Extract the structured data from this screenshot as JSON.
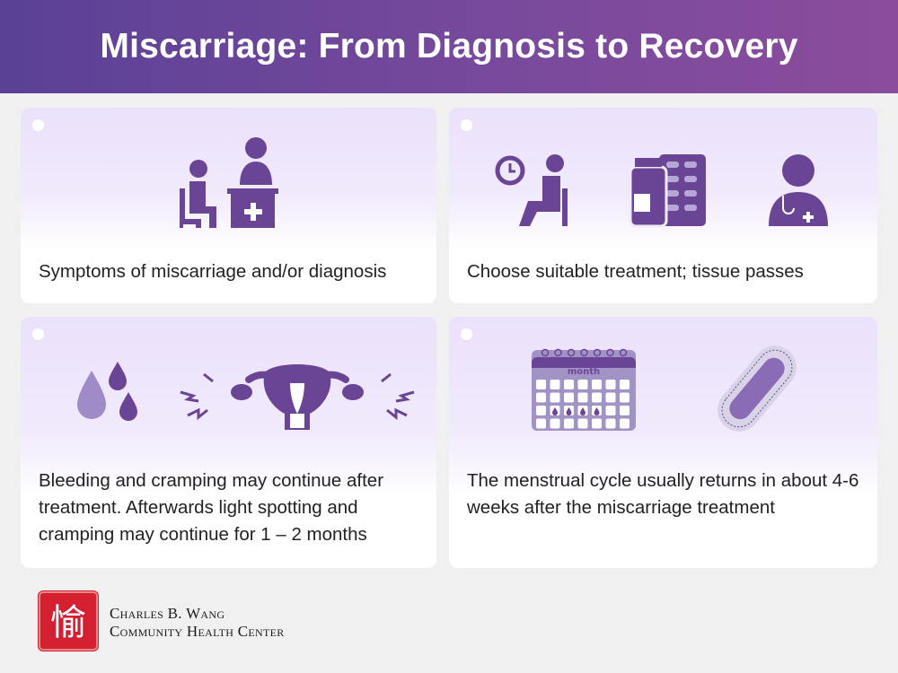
{
  "header": {
    "title": "Miscarriage: From Diagnosis to Recovery"
  },
  "colors": {
    "header_start": "#5a4196",
    "header_end": "#8b4c9c",
    "icon": "#6b4595",
    "icon_light": "#9e8bc8",
    "logo_red": "#d41f30"
  },
  "steps": [
    {
      "text": "Symptoms of miscarriage and/or diagnosis",
      "icons": [
        "patient-doctor-desk-icon"
      ]
    },
    {
      "text": "Choose suitable treatment; tissue passes",
      "icons": [
        "waiting-patient-clock-icon",
        "medicine-bottle-pills-icon",
        "doctor-icon"
      ]
    },
    {
      "text": "Bleeding and cramping may continue after treatment. Afterwards light spotting and cramping may continue for 1 – 2 months",
      "icons": [
        "blood-drops-icon",
        "uterus-cramping-icon"
      ]
    },
    {
      "text": "The menstrual cycle usually returns in about 4-6 weeks after the miscarriage treatment",
      "icons": [
        "calendar-icon",
        "sanitary-pad-icon"
      ],
      "calendar_label": "month"
    }
  ],
  "footer": {
    "org_line1": "Charles B. Wang",
    "org_line2": "Community Health Center",
    "logo_glyph": "愉"
  }
}
